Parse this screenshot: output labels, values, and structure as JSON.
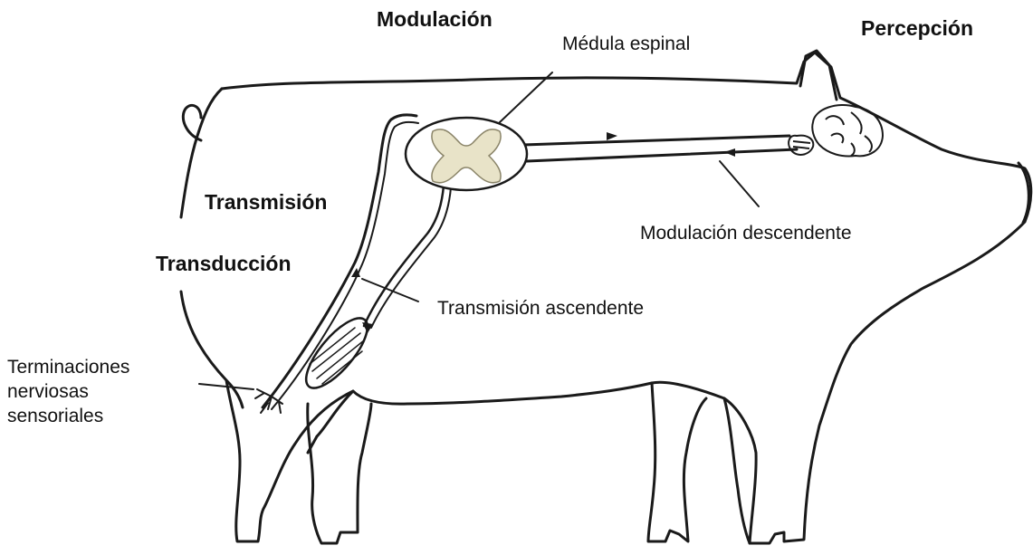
{
  "labels": {
    "modulacion": "Modulación",
    "percepcion": "Percepción",
    "medula_espinal": "Médula espinal",
    "transmision": "Transmisión",
    "transduccion": "Transducción",
    "modulacion_descendente": "Modulación descendente",
    "transmision_ascendente": "Transmisión ascendente",
    "terminaciones": [
      "Terminaciones",
      "nerviosas",
      "sensoriales"
    ]
  },
  "colors": {
    "outline": "#1a1a1a",
    "spinal_grey_matter": "#e8e3c8"
  }
}
